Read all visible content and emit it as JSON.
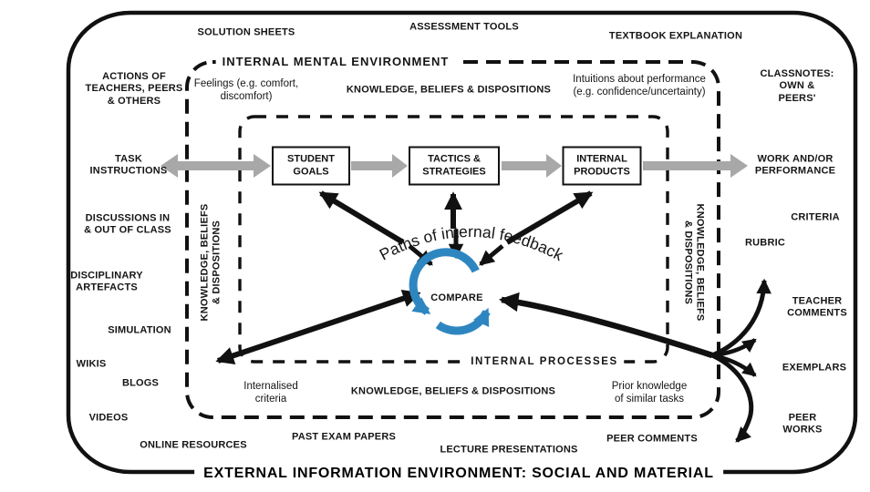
{
  "colors": {
    "ink": "#111111",
    "arrow_gray": "#a8a8a8",
    "accent_blue": "#2e86c1"
  },
  "outer": {
    "bottom_title": "EXTERNAL INFORMATION ENVIRONMENT: SOCIAL AND MATERIAL"
  },
  "external": {
    "solution_sheets": "SOLUTION SHEETS",
    "assessment_tools": "ASSESSMENT TOOLS",
    "textbook_explanation": "TEXTBOOK EXPLANATION",
    "actions_of_teachers": "ACTIONS OF\nTEACHERS, PEERS\n& OTHERS",
    "task_instructions": "TASK\nINSTRUCTIONS",
    "discussions": "DISCUSSIONS IN\n& OUT OF CLASS",
    "disciplinary_artefacts": "DISCIPLINARY\nARTEFACTS",
    "simulation": "SIMULATION",
    "wikis": "WIKIS",
    "blogs": "BLOGS",
    "videos": "VIDEOS",
    "online_resources": "ONLINE RESOURCES",
    "classnotes": "CLASSNOTES:\nOWN & PEERS'",
    "work_performance": "WORK AND/OR\nPERFORMANCE",
    "criteria": "CRITERIA",
    "rubric": "RUBRIC",
    "teacher_comments": "TEACHER\nCOMMENTS",
    "exemplars": "EXEMPLARS",
    "peer_works": "PEER WORKS",
    "past_exam_papers": "PAST EXAM PAPERS",
    "lecture_presentations": "LECTURE PRESENTATIONS",
    "peer_comments": "PEER COMMENTS"
  },
  "internal_env": {
    "title": "INTERNAL MENTAL ENVIRONMENT",
    "feelings": "Feelings (e.g. comfort,\ndiscomfort)",
    "intuitions": "Intuitions about performance\n(e.g. confidence/uncertainty)",
    "kbd_top": "KNOWLEDGE, BELIEFS & DISPOSITIONS",
    "kbd_bottom": "KNOWLEDGE, BELIEFS & DISPOSITIONS",
    "kbd_left": "KNOWLEDGE, BELIEFS\n& DISPOSITIONS",
    "kbd_right": "KNOWLEDGE, BELIEFS\n& DISPOSITIONS",
    "internalised_criteria": "Internalised\ncriteria",
    "prior_knowledge": "Prior knowledge\nof similar tasks",
    "processes_title": "INTERNAL PROCESSES"
  },
  "process": {
    "student_goals": "STUDENT\nGOALS",
    "tactics_strategies": "TACTICS &\nSTRATEGIES",
    "internal_products": "INTERNAL\nPRODUCTS",
    "compare_label": "COMPARE",
    "paths_label": "Paths of internal feedback"
  }
}
